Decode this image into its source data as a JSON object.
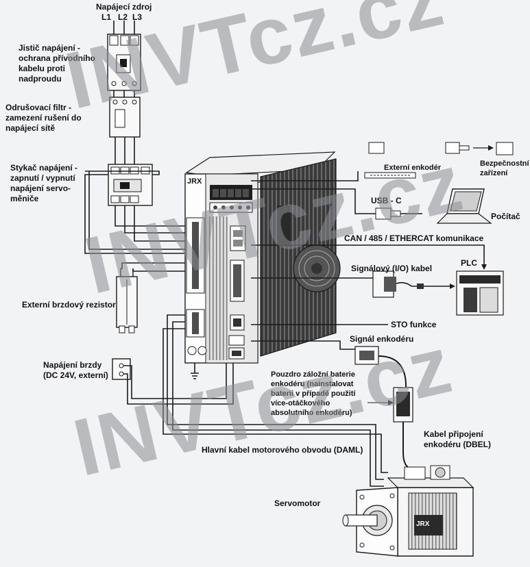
{
  "labels": {
    "power_source": "Napájecí zdroj",
    "l1": "L1",
    "l2": "L2",
    "l3": "L3",
    "breaker": "Jistič napájení - ochrana přívodního kabelu proti nadproudu",
    "filter": "Odrušovací filtr - zamezení rušení do napájecí sítě",
    "contactor": "Stykač napájení - zapnutí / vypnutí napájení servo-měniče",
    "ext_encoder": "Externí enkodér",
    "safety": "Bezpečnostní zařízení",
    "usb": "USB - C",
    "pc": "Počítač",
    "comm": "CAN / 485 / ETHERCAT komunikace",
    "plc": "PLC",
    "io_cable": "Signálový (I/O) kabel",
    "brake_resistor": "Externí brzdový rezistor",
    "sto": "STO funkce",
    "encoder_signal": "Signál enkodéru",
    "brake_power": "Napájení brzdy (DC 24V, externí)",
    "battery": "Pouzdro záložní baterie enkodéru (nainstalovat baterii v případě použití více-otáčkového absolutního enkodéru)",
    "enc_cable": "Kabel připojení enkodéru (DBEL)",
    "motor_cable": "Hlavní kabel motorového obvodu (DAML)",
    "servomotor": "Servomotor"
  },
  "device": {
    "brand": "JRX",
    "motor_brand": "JRX"
  },
  "watermark": {
    "text": "INVTcz.cz"
  },
  "colors": {
    "background": "#f2f3f5",
    "line": "#1a1a1a",
    "device_body": "#2b2b2b",
    "watermark": "#8b8e93"
  }
}
